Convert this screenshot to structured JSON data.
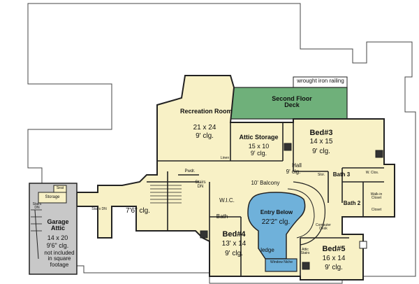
{
  "colors": {
    "floor": "#f8f1c6",
    "deck": "#6fb07a",
    "entry": "#6fb1da",
    "garage": "#c8c8c8",
    "wall": "#222222",
    "outline": "#444444"
  },
  "labels": {
    "recreation_name": "Recreation Room",
    "recreation_size": "21 x 24",
    "recreation_clg": "9' clg.",
    "deck_name": "Second Floor Deck",
    "railing": "wrought iron railing",
    "attic_storage_name": "Attic Storage",
    "attic_storage_size": "15 x 10",
    "attic_storage_clg": "9' clg.",
    "linen": "Linen",
    "bed3_name": "Bed#3",
    "bed3_size": "14 x 15",
    "bed3_clg": "9' clg.",
    "hall": "Hall",
    "hall_clg": "9' clg.",
    "bath3": "Bath 3",
    "wclos": "W. Clos.",
    "stor": "Stor.",
    "pwdr": "Pwdr.",
    "stairs_dn_1": "Stairs DN",
    "balcony": "10' Balcony",
    "entry_name": "Entry Below",
    "entry_clg": "22'2\" clg.",
    "wic": "W.I.C.",
    "bath_center": "Bath",
    "bath2": "Bath 2",
    "walkin_closet": "Walk-in Closet",
    "closet": "Closet",
    "computer_desk": "Computer Desk",
    "stairs_up": "Attic Stairs",
    "bed4_name": "Bed#4",
    "bed4_size": "13' x 14",
    "bed4_clg": "9' clg.",
    "ledge": "ledge",
    "window_niche": "Window Niche",
    "bed5_name": "Bed#5",
    "bed5_size": "16 x 14",
    "bed5_clg": "9' clg.",
    "corridor_clg": "7'6\" clg.",
    "stairs_dn_2": "Stairs DN",
    "garage_stairs": "Stairs DN",
    "garage_name": "Garage Attic",
    "garage_size": "14 x 20",
    "garage_clg": "9'6\" clg.",
    "garage_note": "not included in square footage",
    "garage_storage": "Storage",
    "seat": "Seat"
  }
}
